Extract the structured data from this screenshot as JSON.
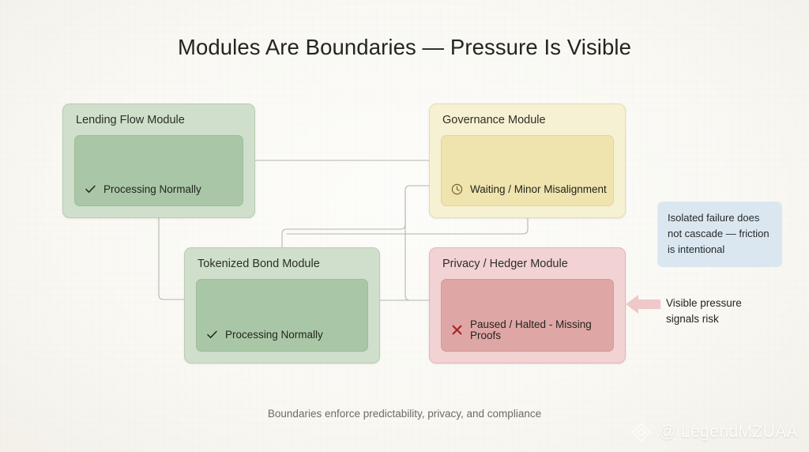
{
  "slide": {
    "title": "Modules Are Boundaries — Pressure Is Visible",
    "footer": "Boundaries enforce predictability, privacy, and compliance",
    "background_color": "#faf9f4"
  },
  "modules": [
    {
      "id": "lending",
      "title": "Lending Flow Module",
      "status_text": "Processing Normally",
      "status_icon": "check-icon",
      "state": "healthy",
      "outer_color": "#cfdfcb",
      "panel_color": "#a9c7a6"
    },
    {
      "id": "governance",
      "title": "Governance Module",
      "status_text": "Waiting / Minor Misalignment",
      "status_icon": "clock-icon",
      "state": "warning",
      "outer_color": "#f7f1d3",
      "panel_color": "#efe4ae"
    },
    {
      "id": "bond",
      "title": "Tokenized Bond Module",
      "status_text": "Processing Normally",
      "status_icon": "check-icon",
      "state": "healthy",
      "outer_color": "#cfdfcb",
      "panel_color": "#a9c7a6"
    },
    {
      "id": "privacy",
      "title": "Privacy / Hedger Module",
      "status_text": "Paused / Halted - Missing Proofs",
      "status_icon": "cross-icon",
      "state": "halted",
      "outer_color": "#f2d2d2",
      "panel_color": "#dfa6a6"
    }
  ],
  "callout": {
    "text": "Isolated failure does not cascade — friction is intentional",
    "color": "#dbe7f0"
  },
  "annotation": {
    "text": "Visible pressure signals risk",
    "arrow_icon": "left-arrow-icon",
    "arrow_color": "#f0c8c8"
  },
  "watermark": {
    "handle": "@ LegendMZUAA",
    "logo_icon": "diamond-logo-icon"
  }
}
